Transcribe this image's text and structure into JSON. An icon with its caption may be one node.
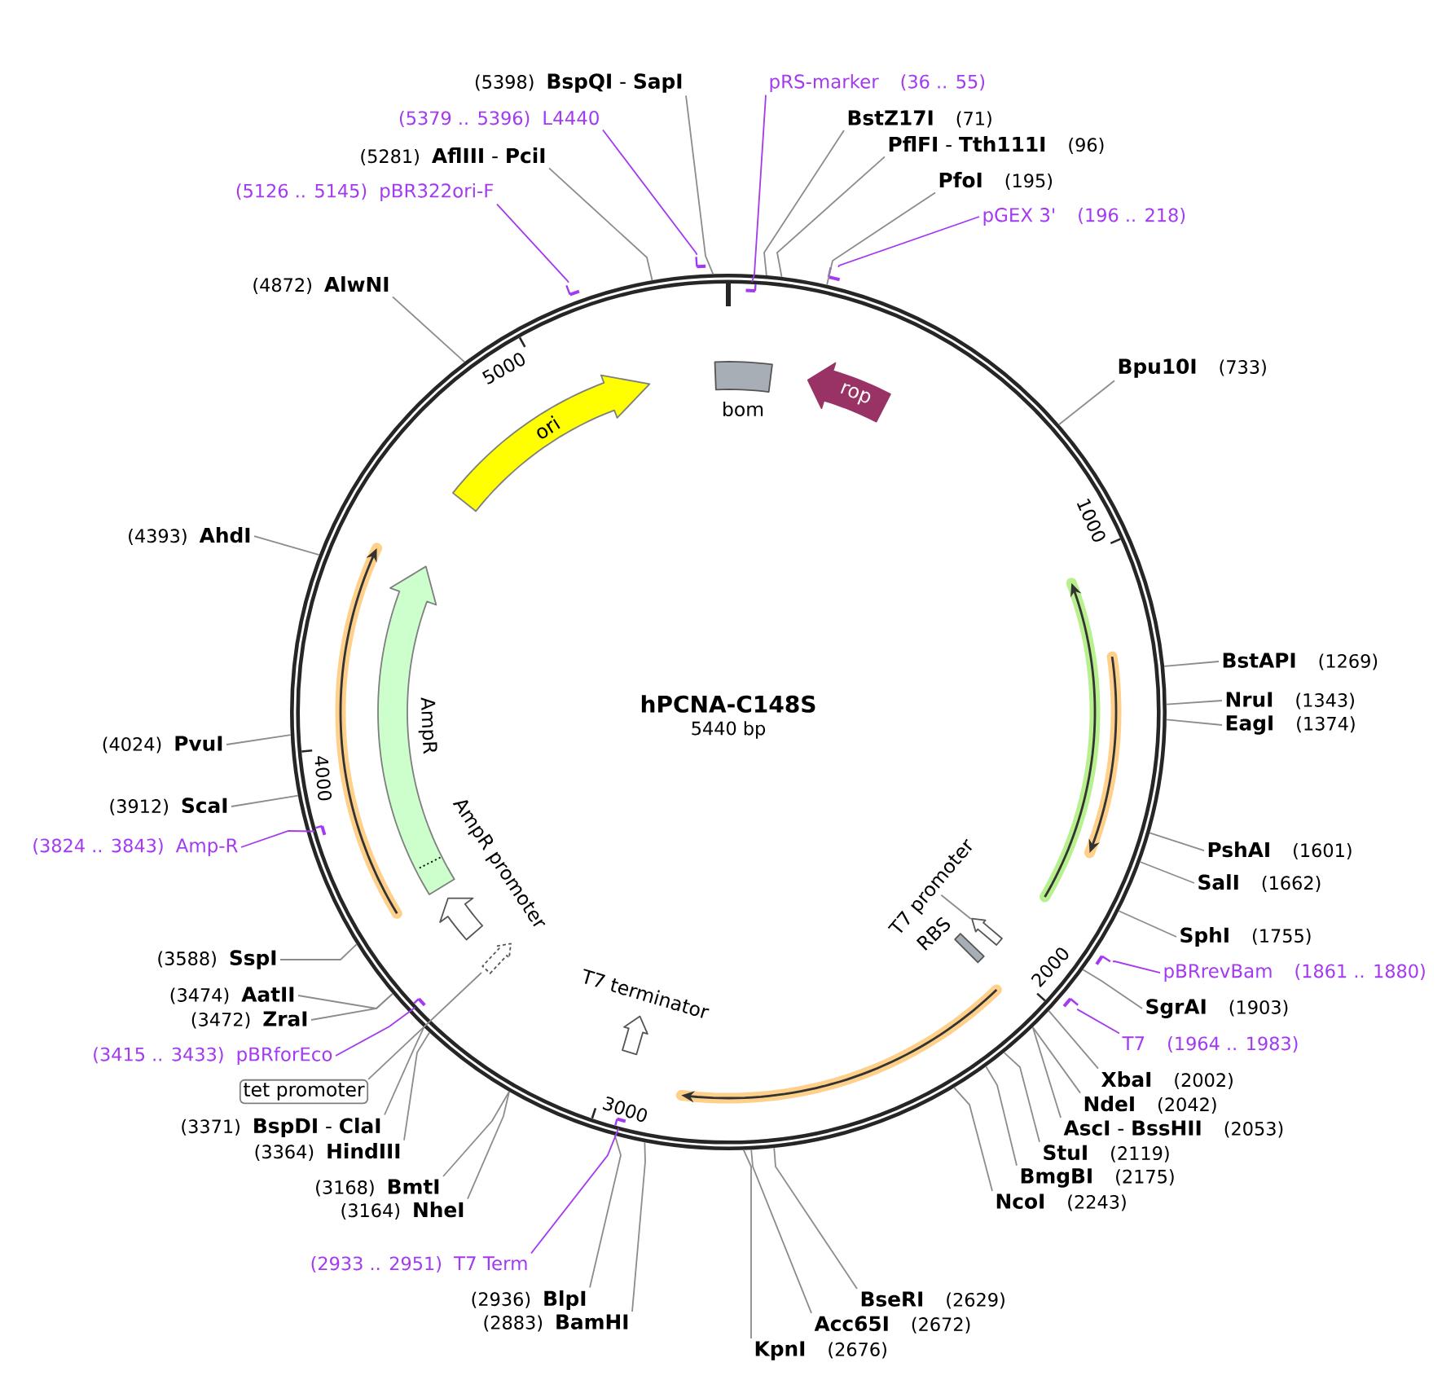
{
  "diagram": {
    "title": "hPCNA-C148S",
    "nodes": [
      {
        "text": [],
        "shape": "circle"
      },
      {
        "text": [
          "ori"
        ],
        "in": 0
      },
      {
        "text": [
          "bom"
        ],
        "in": 0
      },
      {
        "text": [
          "rop"
        ],
        "in": 0
      },
      {
        "text": [
          "AmpR"
        ],
        "in": 0
      },
      {
        "text": [
          "AmpR promoter"
        ],
        "in": 0
      },
      {
        "text": [],
        "shape": "arrow",
        "in": 0
      },
      {
        "text": [],
        "shape": "arrow",
        "in": 0
      },
      {
        "text": [],
        "shape": "arrow",
        "in": 0
      },
      {
        "text": [],
        "shape": "arrow",
        "in": 0
      },
      {
        "text": [
          "T7 promoter"
        ],
        "in": 0
      },
      {
        "text": [],
        "shape": "arrow",
        "in": 0
      },
      {
        "text": [
          "RBS"
        ],
        "in": 0
      },
      {
        "text": [
          "T7 terminator"
        ],
        "in": 0
      },
      {
        "text": [],
        "shape": "arrow",
        "in": 0
      },
      {
        "text": [
          "tet promoter"
        ]
      },
      {
        "text": [
          "pRS-marker",
          "(36 .. 55)"
        ]
      },
      {
        "text": [
          "BstZ17I",
          "(71)"
        ]
      },
      {
        "text": [
          "**PflFI** - **Tth111I**",
          "(96)"
        ]
      },
      {
        "text": [
          "PfoI",
          "(195)"
        ]
      },
      {
        "text": [
          "pGEX 3'",
          "(196 .. 218)"
        ]
      },
      {
        "text": [
          "Bpu10I",
          "(733)"
        ]
      },
      {
        "text": [
          "BstAPI",
          "(1269)"
        ]
      },
      {
        "text": [
          "NruI",
          "(1343)"
        ]
      },
      {
        "text": [
          "EagI",
          "(1374)"
        ]
      },
      {
        "text": [
          "PshAI",
          "(1601)"
        ]
      },
      {
        "text": [
          "SalI",
          "(1662)"
        ]
      },
      {
        "text": [
          "SphI",
          "(1755)"
        ]
      },
      {
        "text": [
          "pBRrevBam",
          "(1861 .. 1880)"
        ]
      },
      {
        "text": [
          "SgrAI",
          "(1903)"
        ]
      },
      {
        "text": [
          "T7",
          "(1964 .. 1983)"
        ]
      },
      {
        "text": [
          "XbaI",
          "(2002)"
        ]
      },
      {
        "text": [
          "NdeI",
          "(2042)"
        ]
      },
      {
        "text": [
          "**AscI** - **BssHII**",
          "(2053)"
        ]
      },
      {
        "text": [
          "StuI",
          "(2119)"
        ]
      },
      {
        "text": [
          "BmgBI",
          "(2175)"
        ]
      },
      {
        "text": [
          "NcoI",
          "(2243)"
        ]
      },
      {
        "text": [
          "BseRI",
          "(2629)"
        ]
      },
      {
        "text": [
          "Acc65I",
          "(2672)"
        ]
      },
      {
        "text": [
          "KpnI",
          "(2676)"
        ]
      },
      {
        "text": [
          "(2883)",
          "BamHI"
        ]
      },
      {
        "text": [
          "(2936)",
          "BlpI"
        ]
      },
      {
        "text": [
          "(2933 .. 2951)",
          "T7 Term"
        ]
      },
      {
        "text": [
          "(3164)",
          "NheI"
        ]
      },
      {
        "text": [
          "(3168)",
          "BmtI"
        ]
      },
      {
        "text": [
          "(3364)",
          "HindIII"
        ]
      },
      {
        "text": [
          "(3371)",
          "**BspDI** - **ClaI**"
        ]
      },
      {
        "text": [
          "(3415 .. 3433)",
          "pBRforEco"
        ]
      },
      {
        "text": [
          "(3472)",
          "ZraI"
        ]
      },
      {
        "text": [
          "(3474)",
          "AatII"
        ]
      },
      {
        "text": [
          "(3588)",
          "SspI"
        ]
      },
      {
        "text": [
          "(3824 .. 3843)",
          "Amp-R"
        ]
      },
      {
        "text": [
          "(3912)",
          "ScaI"
        ]
      },
      {
        "text": [
          "(4024)",
          "PvuI"
        ]
      },
      {
        "text": [
          "(4393)",
          "AhdI"
        ]
      },
      {
        "text": [
          "(4872)",
          "AlwNI"
        ]
      },
      {
        "text": [
          "(5126 .. 5145)",
          "pBR322ori-F"
        ]
      },
      {
        "text": [
          "(5281)",
          "**AflIII** - **PciI**"
        ]
      },
      {
        "text": [
          "(5379 .. 5396)",
          "L4440"
        ]
      },
      {
        "text": [
          "(5398)",
          "**BspQI** - **SapI**"
        ]
      },
      {
        "text": [],
        "shape": "bar",
        "in": 0
      },
      {
        "text": [],
        "shape": "bar"
      },
      {
        "text": [],
        "shape": "bar"
      },
      {
        "text": [],
        "shape": "bar"
      },
      {
        "text": [],
        "shape": "bar",
        "in": 0
      },
      {
        "text": [],
        "shape": "bar",
        "in": 0
      },
      {
        "text": [],
        "shape": "bar",
        "in": 0
      },
      {
        "text": [],
        "shape": "bar"
      },
      {
        "text": [],
        "shape": "bar"
      }
    ],
    "edges": [
      {
        "from": 15,
        "to": 14,
        "arrow": "none"
      },
      {
        "from": 10,
        "to": 11,
        "arrow": "none"
      },
      {
        "from": 16,
        "to": 60,
        "arrow": "none",
        "color": "#a33af0"
      },
      {
        "from": 17,
        "to": 0,
        "arrow": "none"
      },
      {
        "from": 18,
        "to": 0,
        "arrow": "none"
      },
      {
        "from": 19,
        "to": 0,
        "arrow": "none"
      },
      {
        "from": 20,
        "to": 61,
        "arrow": "none",
        "color": "#a33af0"
      },
      {
        "from": 21,
        "to": 0,
        "arrow": "none"
      },
      {
        "from": 22,
        "to": 0,
        "arrow": "none"
      },
      {
        "from": 23,
        "to": 0,
        "arrow": "none"
      },
      {
        "from": 24,
        "to": 0,
        "arrow": "none"
      },
      {
        "from": 25,
        "to": 0,
        "arrow": "none"
      },
      {
        "from": 26,
        "to": 0,
        "arrow": "none"
      },
      {
        "from": 27,
        "to": 0,
        "arrow": "none"
      },
      {
        "from": 28,
        "to": 62,
        "arrow": "none",
        "color": "#a33af0"
      },
      {
        "from": 29,
        "to": 0,
        "arrow": "none"
      },
      {
        "from": 30,
        "to": 63,
        "arrow": "none",
        "color": "#a33af0"
      },
      {
        "from": 31,
        "to": 0,
        "arrow": "none"
      },
      {
        "from": 32,
        "to": 0,
        "arrow": "none"
      },
      {
        "from": 33,
        "to": 0,
        "arrow": "none"
      },
      {
        "from": 34,
        "to": 0,
        "arrow": "none"
      },
      {
        "from": 35,
        "to": 0,
        "arrow": "none"
      },
      {
        "from": 36,
        "to": 0,
        "arrow": "none"
      },
      {
        "from": 37,
        "to": 0,
        "arrow": "none"
      },
      {
        "from": 38,
        "to": 0,
        "arrow": "none"
      },
      {
        "from": 39,
        "to": 0,
        "arrow": "none"
      },
      {
        "from": 40,
        "to": 0,
        "arrow": "none"
      },
      {
        "from": 41,
        "to": 0,
        "arrow": "none"
      },
      {
        "from": 42,
        "to": 64,
        "arrow": "none",
        "color": "#a33af0"
      },
      {
        "from": 43,
        "to": 0,
        "arrow": "none"
      },
      {
        "from": 44,
        "to": 0,
        "arrow": "none"
      },
      {
        "from": 45,
        "to": 0,
        "arrow": "none"
      },
      {
        "from": 46,
        "to": 0,
        "arrow": "none"
      },
      {
        "from": 47,
        "to": 65,
        "arrow": "none",
        "color": "#a33af0"
      },
      {
        "from": 48,
        "to": 0,
        "arrow": "none"
      },
      {
        "from": 49,
        "to": 0,
        "arrow": "none"
      },
      {
        "from": 50,
        "to": 0,
        "arrow": "none"
      },
      {
        "from": 51,
        "to": 66,
        "arrow": "none",
        "color": "#a33af0"
      },
      {
        "from": 52,
        "to": 0,
        "arrow": "none"
      },
      {
        "from": 53,
        "to": 0,
        "arrow": "none"
      },
      {
        "from": 54,
        "to": 0,
        "arrow": "none"
      },
      {
        "from": 55,
        "to": 0,
        "arrow": "none"
      },
      {
        "from": 56,
        "to": 67,
        "arrow": "none",
        "color": "#a33af0"
      },
      {
        "from": 57,
        "to": 0,
        "arrow": "none"
      },
      {
        "from": 58,
        "to": 68,
        "arrow": "none",
        "color": "#a33af0"
      },
      {
        "from": 59,
        "to": 0,
        "arrow": "none"
      }
    ],
    "labels": [
      "5000",
      "1000",
      "5440 bp",
      "4000",
      "2000",
      "3000"
    ]
  }
}
